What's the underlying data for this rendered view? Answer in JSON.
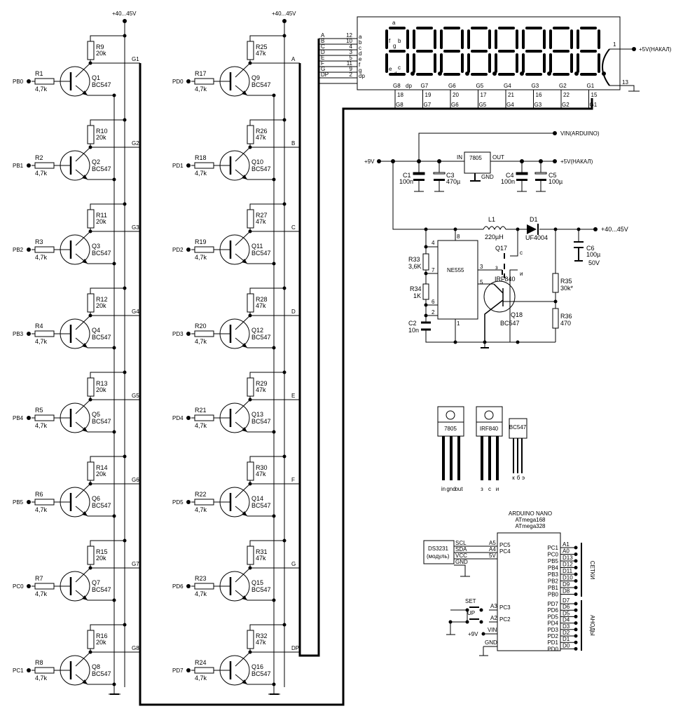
{
  "supply_label": "+40...45V",
  "left_stages": [
    {
      "input": "PB0",
      "rb": "R1",
      "rb_val": "4,7k",
      "rc": "R9",
      "rc_val": "20k",
      "q": "Q1",
      "q_type": "BC547",
      "out": "G1"
    },
    {
      "input": "PB1",
      "rb": "R2",
      "rb_val": "4,7k",
      "rc": "R10",
      "rc_val": "20k",
      "q": "Q2",
      "q_type": "BC547",
      "out": "G2"
    },
    {
      "input": "PB2",
      "rb": "R3",
      "rb_val": "4,7k",
      "rc": "R11",
      "rc_val": "20k",
      "q": "Q3",
      "q_type": "BC547",
      "out": "G3"
    },
    {
      "input": "PB3",
      "rb": "R4",
      "rb_val": "4,7k",
      "rc": "R12",
      "rc_val": "20k",
      "q": "Q4",
      "q_type": "BC547",
      "out": "G4"
    },
    {
      "input": "PB4",
      "rb": "R5",
      "rb_val": "4,7k",
      "rc": "R13",
      "rc_val": "20k",
      "q": "Q5",
      "q_type": "BC547",
      "out": "G5"
    },
    {
      "input": "PB5",
      "rb": "R6",
      "rb_val": "4,7k",
      "rc": "R14",
      "rc_val": "20k",
      "q": "Q6",
      "q_type": "BC547",
      "out": "G6"
    },
    {
      "input": "PC0",
      "rb": "R7",
      "rb_val": "4,7k",
      "rc": "R15",
      "rc_val": "20k",
      "q": "Q7",
      "q_type": "BC547",
      "out": "G7"
    },
    {
      "input": "PC1",
      "rb": "R8",
      "rb_val": "4,7k",
      "rc": "R16",
      "rc_val": "20k",
      "q": "Q8",
      "q_type": "BC547",
      "out": "G8"
    }
  ],
  "right_stages": [
    {
      "input": "PD0",
      "rb": "R17",
      "rb_val": "4,7k",
      "rc": "R25",
      "rc_val": "47k",
      "q": "Q9",
      "q_type": "BC547",
      "out": "A"
    },
    {
      "input": "PD1",
      "rb": "R18",
      "rb_val": "4,7k",
      "rc": "R26",
      "rc_val": "47k",
      "q": "Q10",
      "q_type": "BC547",
      "out": "B"
    },
    {
      "input": "PD2",
      "rb": "R19",
      "rb_val": "4,7k",
      "rc": "R27",
      "rc_val": "47k",
      "q": "Q11",
      "q_type": "BC547",
      "out": "C"
    },
    {
      "input": "PD3",
      "rb": "R20",
      "rb_val": "4,7k",
      "rc": "R28",
      "rc_val": "47k",
      "q": "Q12",
      "q_type": "BC547",
      "out": "D"
    },
    {
      "input": "PD4",
      "rb": "R21",
      "rb_val": "4,7k",
      "rc": "R29",
      "rc_val": "47k",
      "q": "Q13",
      "q_type": "BC547",
      "out": "E"
    },
    {
      "input": "PD5",
      "rb": "R22",
      "rb_val": "4,7k",
      "rc": "R30",
      "rc_val": "47k",
      "q": "Q14",
      "q_type": "BC547",
      "out": "F"
    },
    {
      "input": "PD6",
      "rb": "R23",
      "rb_val": "4,7k",
      "rc": "R31",
      "rc_val": "47k",
      "q": "Q15",
      "q_type": "BC547",
      "out": "G"
    },
    {
      "input": "PD7",
      "rb": "R24",
      "rb_val": "4,7k",
      "rc": "R32",
      "rc_val": "47k",
      "q": "Q16",
      "q_type": "BC547",
      "out": "DP"
    }
  ],
  "display": {
    "segments_in": [
      {
        "net": "A",
        "pin": "12",
        "seg": "a"
      },
      {
        "net": "B",
        "pin": "10",
        "seg": "b"
      },
      {
        "net": "C",
        "pin": "4",
        "seg": "c"
      },
      {
        "net": "D",
        "pin": "3",
        "seg": "d"
      },
      {
        "net": "E",
        "pin": "5",
        "seg": "e"
      },
      {
        "net": "F",
        "pin": "11",
        "seg": "f"
      },
      {
        "net": "G",
        "pin": "9",
        "seg": "g"
      },
      {
        "net": "DP",
        "pin": "2",
        "seg": "dp"
      }
    ],
    "seg_labels": {
      "a": "a",
      "b": "b",
      "c": "c",
      "d": "d",
      "e": "e",
      "f": "f",
      "g": "g",
      "dp": "dp"
    },
    "grids": [
      {
        "name": "G8",
        "pin": "18"
      },
      {
        "name": "G7",
        "pin": "19"
      },
      {
        "name": "G6",
        "pin": "20"
      },
      {
        "name": "G5",
        "pin": "17"
      },
      {
        "name": "G4",
        "pin": "21"
      },
      {
        "name": "G3",
        "pin": "16"
      },
      {
        "name": "G2",
        "pin": "22"
      },
      {
        "name": "G1",
        "pin": "15"
      }
    ],
    "filament_pin1": "1",
    "filament_pin2": "13",
    "filament_label": "+5V(НАКАЛ)"
  },
  "power": {
    "vin_label": "+9V",
    "vin_arduino": "VIN(ARDUINO)",
    "out5v": "+5V(НАКАЛ)",
    "reg": {
      "name": "7805",
      "in": "IN",
      "out": "OUT",
      "gnd": "GND"
    },
    "c1": {
      "name": "C1",
      "val": "100n"
    },
    "c3": {
      "name": "C3",
      "val": "470µ"
    },
    "c4": {
      "name": "C4",
      "val": "100n"
    },
    "c5": {
      "name": "C5",
      "val": "100µ"
    }
  },
  "boost": {
    "l1": {
      "name": "L1",
      "val": "220µH"
    },
    "d1": {
      "name": "D1",
      "val": "UF4004"
    },
    "c6": {
      "name": "C6",
      "val": "100µ",
      "volt": "50V"
    },
    "out": "+40...45V",
    "ic": {
      "name": "NE555",
      "pins": {
        "p4": "4",
        "p8": "8",
        "p7": "7",
        "p6": "6",
        "p2": "2",
        "p1": "1",
        "p3": "3",
        "p5": "5"
      }
    },
    "r33": {
      "name": "R33",
      "val": "3,6K"
    },
    "r34": {
      "name": "R34",
      "val": "1K"
    },
    "c2": {
      "name": "C2",
      "val": "10n"
    },
    "q17": {
      "name": "Q17",
      "type": "IRF840",
      "g": "з",
      "d": "с",
      "s": "и"
    },
    "q18": {
      "name": "Q18",
      "type": "BC547"
    },
    "r35": {
      "name": "R35",
      "val": "30k*"
    },
    "r36": {
      "name": "R36",
      "val": "470"
    }
  },
  "packages": [
    {
      "name": "7805",
      "pins": [
        "in",
        "gnd",
        "out"
      ]
    },
    {
      "name": "IRF840",
      "pins": [
        "з",
        "с",
        "и"
      ]
    },
    {
      "name": "BC547",
      "pins": [
        "к",
        "б",
        "э"
      ]
    }
  ],
  "arduino": {
    "title": [
      "ARDUINO NANO",
      "ATmega168",
      "ATmega328"
    ],
    "rtc": {
      "name": "DS3231",
      "sub": "(модуль)",
      "pins": [
        "SCL",
        "SDA",
        "VCC",
        "GND"
      ]
    },
    "left_pins": [
      {
        "ard": "A5",
        "port": "PC5"
      },
      {
        "ard": "A4",
        "port": "PC4"
      },
      {
        "ard": "5V",
        "port": ""
      }
    ],
    "buttons": [
      {
        "label": "SET",
        "ard": "A3",
        "port": "PC3"
      },
      {
        "label": "UP",
        "ard": "A2",
        "port": "PC2"
      }
    ],
    "vin": {
      "net": "+9V",
      "pin": "VIN"
    },
    "gnd": "GND",
    "grid_pins": [
      {
        "port": "PC1",
        "ard": "A1"
      },
      {
        "port": "PC0",
        "ard": "A0"
      },
      {
        "port": "PB5",
        "ard": "D13"
      },
      {
        "port": "PB4",
        "ard": "D12"
      },
      {
        "port": "PB3",
        "ard": "D11"
      },
      {
        "port": "PB2",
        "ard": "D10"
      },
      {
        "port": "PB1",
        "ard": "D9"
      },
      {
        "port": "PB0",
        "ard": "D8"
      }
    ],
    "anode_pins": [
      {
        "port": "PD7",
        "ard": "D7"
      },
      {
        "port": "PD6",
        "ard": "D6"
      },
      {
        "port": "PD5",
        "ard": "D5"
      },
      {
        "port": "PD4",
        "ard": "D4"
      },
      {
        "port": "PD3",
        "ard": "D3"
      },
      {
        "port": "PD2",
        "ard": "D2"
      },
      {
        "port": "PD1",
        "ard": "D1"
      },
      {
        "port": "PD0",
        "ard": "D0"
      }
    ],
    "grids_label": "СЕТКИ",
    "anodes_label": "АНОДЫ"
  }
}
